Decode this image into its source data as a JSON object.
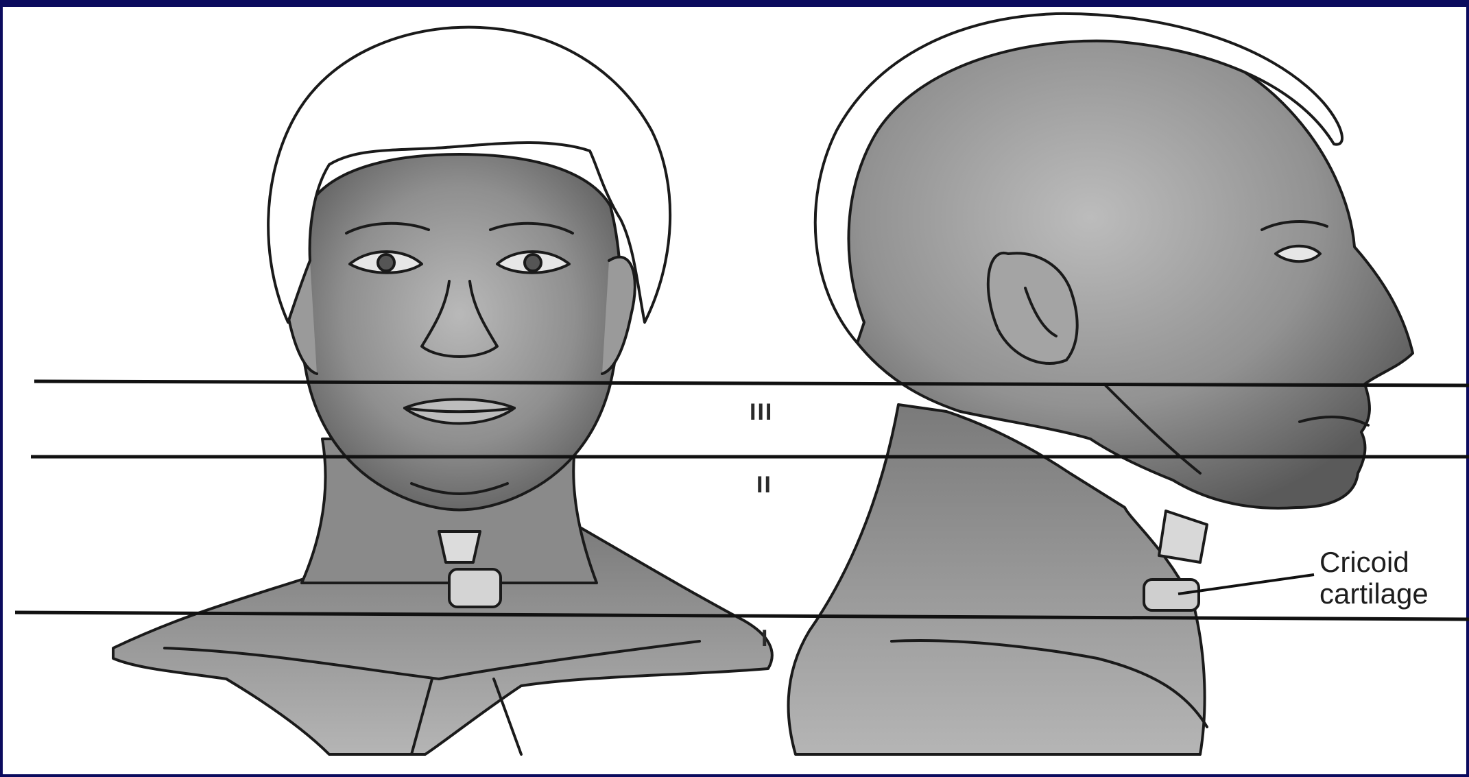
{
  "zones": [
    {
      "id": "zone-III",
      "label": "III"
    },
    {
      "id": "zone-II",
      "label": "II"
    },
    {
      "id": "zone-I",
      "label": "I"
    }
  ],
  "callout": {
    "line1": "Cricoid",
    "line2": "cartilage"
  },
  "colors": {
    "border": "#0b0b5e",
    "skin": "#8c8c8c",
    "line": "#141414",
    "hair": "#ffffff"
  }
}
